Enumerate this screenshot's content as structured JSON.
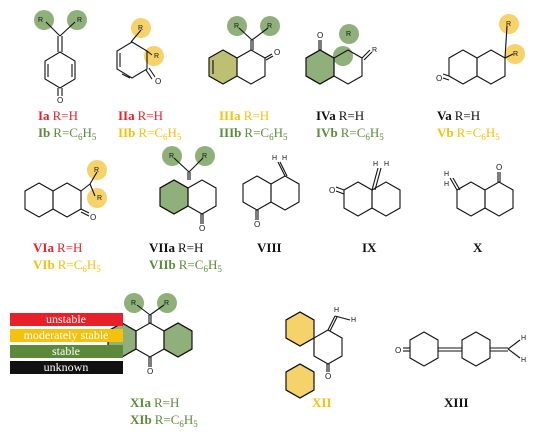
{
  "colors": {
    "unstable": "#e8202a",
    "moderately_stable": "#f4c20d",
    "stable": "#5d8a3a",
    "unknown": "#111111",
    "green_fill": "#8fb07a",
    "yellow_fill": "#f6d36a"
  },
  "legend": [
    {
      "label": "unstable",
      "color": "#e8202a"
    },
    {
      "label": "moderately stable",
      "color": "#f4c20d"
    },
    {
      "label": "stable",
      "color": "#5d8a3a"
    },
    {
      "label": "unknown",
      "color": "#111111"
    }
  ],
  "atoms": {
    "O": "O",
    "R": "R",
    "H": "H"
  },
  "compounds": {
    "I": {
      "a_id": "Ia",
      "a_sub": "R=H",
      "b_id": "Ib",
      "b_sub": "R=C",
      "sub6": "6",
      "H": "H",
      "sub5": "5"
    },
    "II": {
      "a_id": "IIa",
      "a_sub": "R=H",
      "b_id": "IIb",
      "b_sub": "R=C",
      "sub6": "6",
      "H": "H",
      "sub5": "5"
    },
    "III": {
      "a_id": "IIIa",
      "a_sub": "R=H",
      "b_id": "IIIb",
      "b_sub": "R=C",
      "sub6": "6",
      "H": "H",
      "sub5": "5"
    },
    "IV": {
      "a_id": "IVa",
      "a_sub": "R=H",
      "b_id": "IVb",
      "b_sub": "R=C",
      "sub6": "6",
      "H": "H",
      "sub5": "5"
    },
    "V": {
      "a_id": "Va",
      "a_sub": "R=H",
      "b_id": "Vb",
      "b_sub": "R=C",
      "sub6": "6",
      "H": "H",
      "sub5": "5"
    },
    "VI": {
      "a_id": "VIa",
      "a_sub": "R=H",
      "b_id": "VIb",
      "b_sub": "R=C",
      "sub6": "6",
      "H": "H",
      "sub5": "5"
    },
    "VII": {
      "a_id": "VIIa",
      "a_sub": "R=H",
      "b_id": "VIIb",
      "b_sub": "R=C",
      "sub6": "6",
      "H": "H",
      "sub5": "5"
    },
    "VIII": {
      "id": "VIII"
    },
    "IX": {
      "id": "IX"
    },
    "X": {
      "id": "X"
    },
    "XI": {
      "a_id": "XIa",
      "a_sub": "R=H",
      "b_id": "XIb",
      "b_sub": "R=C",
      "sub6": "6",
      "H": "H",
      "sub5": "5"
    },
    "XII": {
      "id": "XII"
    },
    "XIII": {
      "id": "XIII"
    }
  }
}
